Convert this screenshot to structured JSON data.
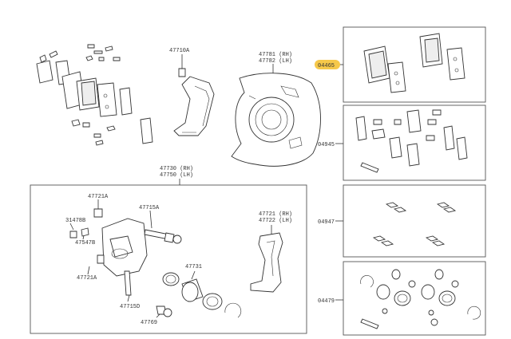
{
  "labels": {
    "p47710A": "47710A",
    "p47781": "47781 (RH)",
    "p47782": "47782 (LH)",
    "p47730": "47730 (RH)",
    "p47750": "47750 (LH)",
    "p47721A_top": "47721A",
    "p31478B": "31478B",
    "p47547B": "47547B",
    "p47721A_bot": "47721A",
    "p47715A": "47715A",
    "p47715D": "47715D",
    "p47769": "47769",
    "p47731": "47731",
    "p47721": "47721 (RH)",
    "p47722": "47722 (LH)",
    "p04465": "04465",
    "p04945": "04945",
    "p04947": "04947",
    "p04479": "04479"
  },
  "colors": {
    "highlight": "#f6c84a",
    "line": "#333333"
  }
}
